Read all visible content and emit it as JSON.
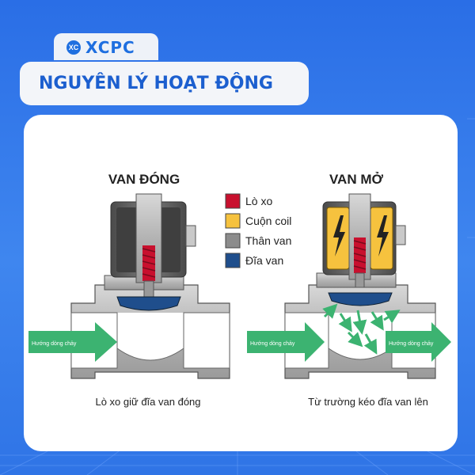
{
  "brand": {
    "logo_mark": "XC",
    "logo_text": "XCPC"
  },
  "header": {
    "title": "NGUYÊN LÝ HOẠT ĐỘNG"
  },
  "diagram": {
    "closed_title": "VAN ĐÓNG",
    "open_title": "VAN MỞ",
    "closed_caption": "Lò xo giữ đĩa van đóng",
    "open_caption": "Từ trường kéo đĩa van lên",
    "flow_label": "Hướng dòng chảy",
    "legend": [
      {
        "label": "Lò xo",
        "color": "#c8102e"
      },
      {
        "label": "Cuộn coil",
        "color": "#f6c23e"
      },
      {
        "label": "Thân van",
        "color": "#8c8c8c"
      },
      {
        "label": "Đĩa van",
        "color": "#1f4e8c"
      }
    ],
    "colors": {
      "flow_arrow": "#3cb371",
      "metal": "#b9b9b9",
      "coil": "#595959"
    }
  }
}
